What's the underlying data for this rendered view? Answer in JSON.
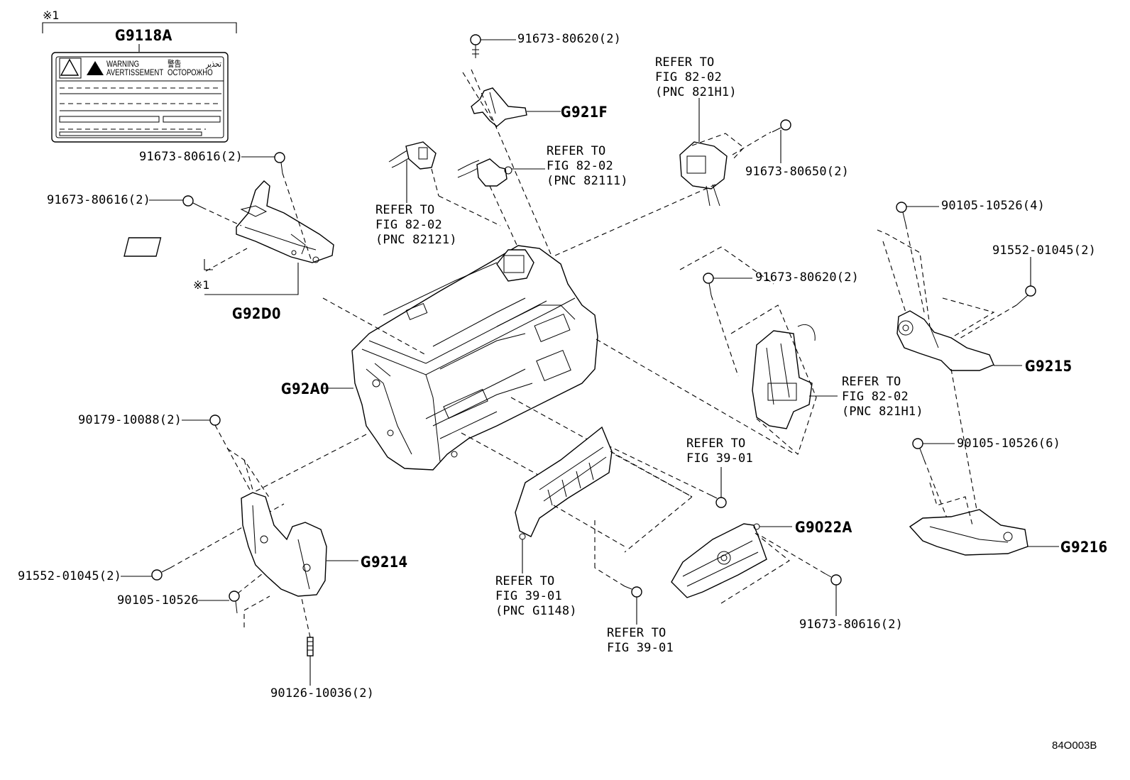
{
  "diagram_id": "84O003B",
  "label_block": {
    "note_mark": "※1",
    "code": "G9118A",
    "warning_lines": [
      "WARNING",
      "AVERTISSEMENT"
    ],
    "warning_alt": [
      "警告",
      "ОСТОРОЖНО"
    ],
    "warning_arabic": "تحذير"
  },
  "parts": {
    "g921f": "G921F",
    "g92d0": "G92D0",
    "g92a0": "G92A0",
    "g9215": "G9215",
    "g9214": "G9214",
    "g9022a": "G9022A",
    "g9216": "G9216"
  },
  "note_mark_g92d0": "※1",
  "fasteners": {
    "f1": "91673-80620(2)",
    "f2": "91673-80616(2)",
    "f3": "91673-80616(2)",
    "f4": "91673-80650(2)",
    "f5": "90105-10526(4)",
    "f6": "91552-01045(2)",
    "f7": "91673-80620(2)",
    "f8": "90105-10526(6)",
    "f9": "90179-10088(2)",
    "f10": "91552-01045(2)",
    "f11": "90105-10526",
    "f12": "90126-10036(2)",
    "f13": "91673-80616(2)"
  },
  "refs": {
    "r1": "REFER TO\nFIG 82-02\n(PNC 821H1)",
    "r2": "REFER TO\nFIG 82-02\n(PNC 82111)",
    "r3": "REFER TO\nFIG 82-02\n(PNC 82121)",
    "r4": "REFER TO\nFIG 82-02\n(PNC 821H1)",
    "r5": "REFER TO\nFIG 39-01",
    "r6": "REFER TO\nFIG 39-01\n(PNC G1148)",
    "r7": "REFER TO\nFIG 39-01"
  }
}
